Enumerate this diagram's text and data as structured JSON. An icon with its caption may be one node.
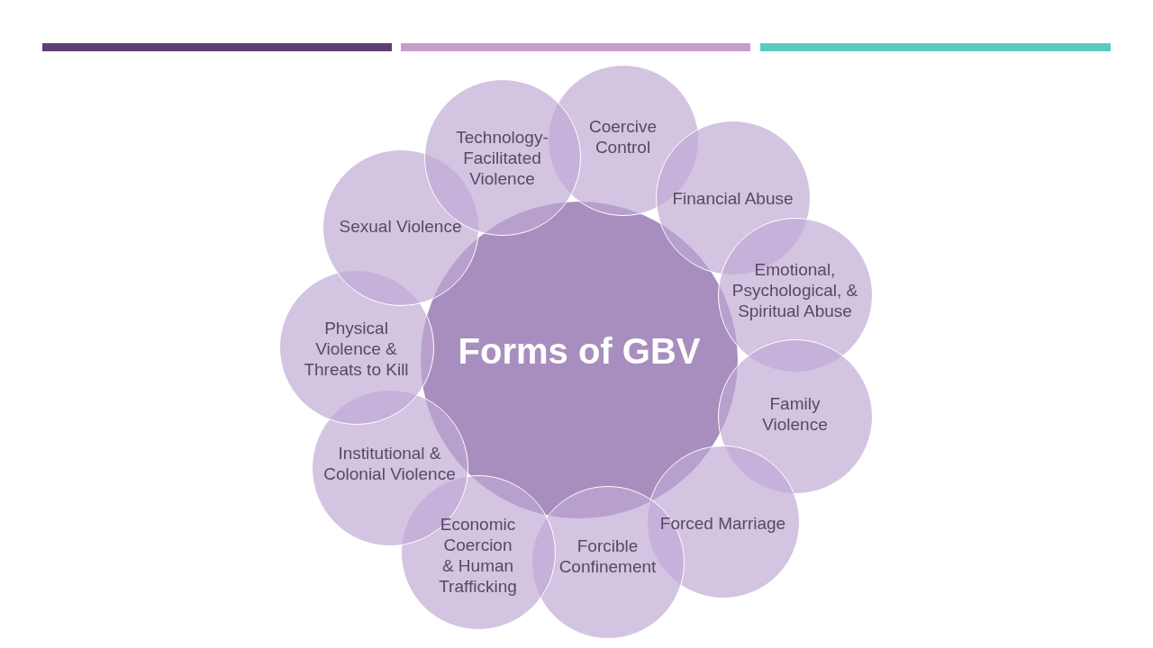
{
  "diagram": {
    "nodes": [
      {
        "text": [
          "Forms of GBV"
        ]
      },
      {
        "text": [
          "Coercive Control"
        ]
      },
      {
        "text": [
          "Financial Abuse"
        ]
      },
      {
        "text": [
          "Emotional, Psychological, & Spiritual Abuse"
        ]
      },
      {
        "text": [
          "Family Violence"
        ]
      },
      {
        "text": [
          "Forced Marriage"
        ]
      },
      {
        "text": [
          "Forcible Confinement"
        ]
      },
      {
        "text": [
          "Economic Coercion & Human Trafficking"
        ]
      },
      {
        "text": [
          "Institutional & Colonial Violence"
        ]
      },
      {
        "text": [
          "Physical Violence & Threats to Kill"
        ]
      },
      {
        "text": [
          "Sexual Violence"
        ]
      },
      {
        "text": [
          "Technology-Facilitated Violence"
        ]
      }
    ]
  }
}
